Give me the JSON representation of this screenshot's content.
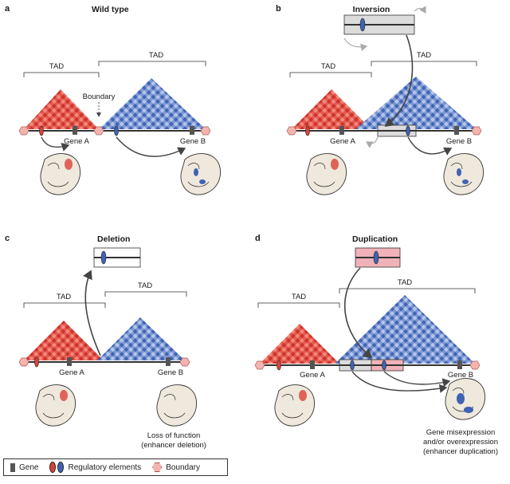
{
  "panels": {
    "a": {
      "letter": "a",
      "title": "Wild type",
      "tad_left": "TAD",
      "tad_right": "TAD",
      "boundary": "Boundary",
      "gene_a": "Gene A",
      "gene_b": "Gene B"
    },
    "b": {
      "letter": "b",
      "title": "Inversion",
      "tad_left": "TAD",
      "tad_right": "TAD",
      "gene_a": "Gene A",
      "gene_b": "Gene B"
    },
    "c": {
      "letter": "c",
      "title": "Deletion",
      "tad_left": "TAD",
      "tad_right": "TAD",
      "gene_a": "Gene A",
      "gene_b": "Gene B",
      "caption_1": "Loss of function",
      "caption_2": "(enhancer deletion)"
    },
    "d": {
      "letter": "d",
      "title": "Duplication",
      "tad_left": "TAD",
      "tad_right": "TAD",
      "gene_a": "Gene A",
      "gene_b": "Gene B",
      "caption_1": "Gene misexpression",
      "caption_2": "and/or overexpression",
      "caption_3": "(enhancer duplication)"
    }
  },
  "legend": {
    "gene": "Gene",
    "regulatory": "Regulatory elements",
    "boundary": "Boundary"
  },
  "colors": {
    "red_tad": "#d9423a",
    "blue_tad": "#3f63b4",
    "boundary": "#f4b4ad",
    "gene": "#555555",
    "embryo": "#efe8dc"
  }
}
